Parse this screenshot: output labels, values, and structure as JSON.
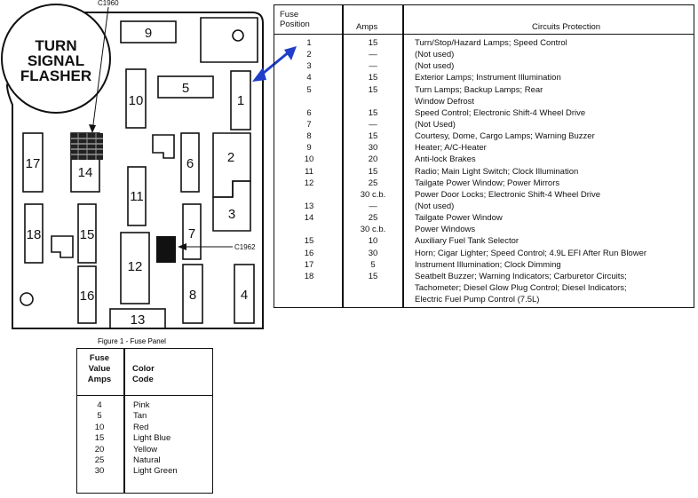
{
  "panel": {
    "flasher_line1": "TURN",
    "flasher_line2": "SIGNAL",
    "flasher_line3": "FLASHER",
    "connector_top": "C1960",
    "connector_mid": "C1962",
    "caption": "Figure 1 - Fuse Panel",
    "fuses": [
      "1",
      "2",
      "3",
      "4",
      "5",
      "6",
      "7",
      "8",
      "9",
      "10",
      "11",
      "12",
      "13",
      "14",
      "15",
      "16",
      "17",
      "18"
    ]
  },
  "circuits_table": {
    "header_position": "Fuse Position",
    "header_amps": "Amps",
    "header_circuits": "Circuits Protection",
    "rows": [
      {
        "pos": "1",
        "amps": "15",
        "circuit": "Turn/Stop/Hazard Lamps; Speed Control"
      },
      {
        "pos": "2",
        "amps": "—",
        "circuit": "(Not used)"
      },
      {
        "pos": "3",
        "amps": "—",
        "circuit": "(Not used)"
      },
      {
        "pos": "4",
        "amps": "15",
        "circuit": "Exterior Lamps; Instrument Illumination"
      },
      {
        "pos": "5",
        "amps": "15",
        "circuit": "Turn Lamps; Backup Lamps; Rear"
      },
      {
        "pos": "",
        "amps": "",
        "circuit": "Window Defrost"
      },
      {
        "pos": "6",
        "amps": "15",
        "circuit": "Speed Control; Electronic Shift-4 Wheel Drive"
      },
      {
        "pos": "7",
        "amps": "—",
        "circuit": "(Not Used)"
      },
      {
        "pos": "8",
        "amps": "15",
        "circuit": "Courtesy, Dome, Cargo Lamps; Warning Buzzer"
      },
      {
        "pos": "9",
        "amps": "30",
        "circuit": "Heater; A/C-Heater"
      },
      {
        "pos": "10",
        "amps": "20",
        "circuit": "Anti-lock Brakes"
      },
      {
        "pos": "11",
        "amps": "15",
        "circuit": "Radio; Main Light Switch; Clock Illumination"
      },
      {
        "pos": "12",
        "amps": "25",
        "circuit": "Tailgate Power Window; Power Mirrors"
      },
      {
        "pos": "",
        "amps": "30 c.b.",
        "circuit": "Power Door Locks; Electronic Shift-4 Wheel Drive"
      },
      {
        "pos": "13",
        "amps": "—",
        "circuit": "(Not used)"
      },
      {
        "pos": "14",
        "amps": "25",
        "circuit": "Tailgate Power Window"
      },
      {
        "pos": "",
        "amps": "30 c.b.",
        "circuit": "Power Windows"
      },
      {
        "pos": "15",
        "amps": "10",
        "circuit": "Auxiliary Fuel Tank Selector"
      },
      {
        "pos": "16",
        "amps": "30",
        "circuit": "Horn; Cigar Lighter; Speed Control; 4.9L EFI After Run Blower"
      },
      {
        "pos": "17",
        "amps": "5",
        "circuit": "Instrument Illumination; Clock Dimming"
      },
      {
        "pos": "18",
        "amps": "15",
        "circuit": "Seatbelt Buzzer; Warning Indicators; Carburetor Circuits;"
      },
      {
        "pos": "",
        "amps": "",
        "circuit": "Tachometer; Diesel Glow Plug Control; Diesel Indicators;"
      },
      {
        "pos": "",
        "amps": "",
        "circuit": "Electric Fuel Pump Control (7.5L)"
      }
    ]
  },
  "color_table": {
    "header_amps_1": "Fuse",
    "header_amps_2": "Value",
    "header_amps_3": "Amps",
    "header_color_1": "Color",
    "header_color_2": "Code",
    "rows": [
      {
        "amps": "4",
        "color": "Pink"
      },
      {
        "amps": "5",
        "color": "Tan"
      },
      {
        "amps": "10",
        "color": "Red"
      },
      {
        "amps": "15",
        "color": "Light Blue"
      },
      {
        "amps": "20",
        "color": "Yellow"
      },
      {
        "amps": "25",
        "color": "Natural"
      },
      {
        "amps": "30",
        "color": "Light Green"
      }
    ]
  },
  "colors": {
    "arrow": "#1f3fc8",
    "ink": "#111111"
  }
}
